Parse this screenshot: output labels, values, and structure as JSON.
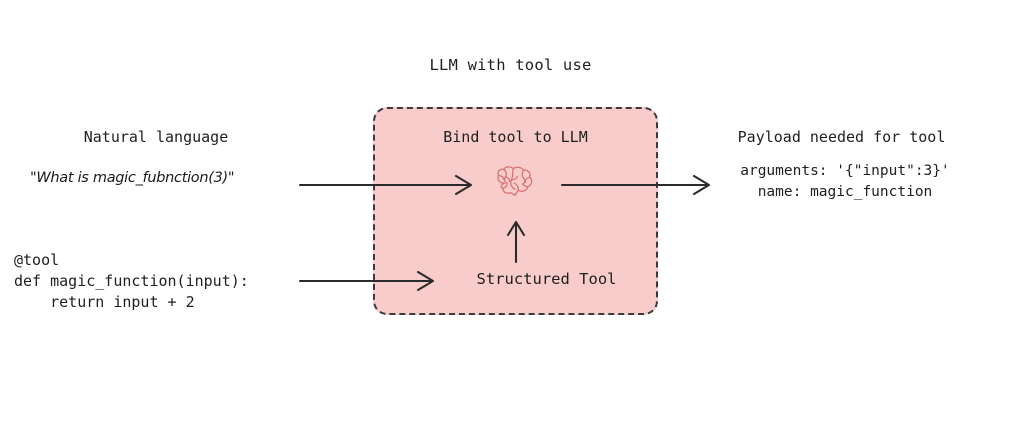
{
  "diagram": {
    "title": "LLM with tool use",
    "background_color": "#ffffff",
    "box_fill_color": "#f7cccb",
    "box_border_color": "#3a3a3a",
    "arrow_color": "#2b2b2b",
    "brain_color": "#d9736f",
    "text_color": "#1f1f1f"
  },
  "left": {
    "heading": "Natural language",
    "query": "\"What is magic_fubnction(3)\"",
    "code": "@tool\ndef magic_function(input):\n    return input + 2"
  },
  "center": {
    "heading": "Bind tool to LLM",
    "tool_label": "Structured Tool",
    "brain_icon": "brain-icon"
  },
  "right": {
    "heading": "Payload needed for tool",
    "payload": "arguments: '{\"input\":3}'\nname: magic_function"
  },
  "arrows": [
    {
      "name": "query-to-llm-arrow",
      "direction": "right"
    },
    {
      "name": "tool-to-structured-tool-arrow",
      "direction": "right"
    },
    {
      "name": "structured-tool-to-llm-arrow",
      "direction": "up"
    },
    {
      "name": "llm-to-payload-arrow",
      "direction": "right"
    }
  ]
}
